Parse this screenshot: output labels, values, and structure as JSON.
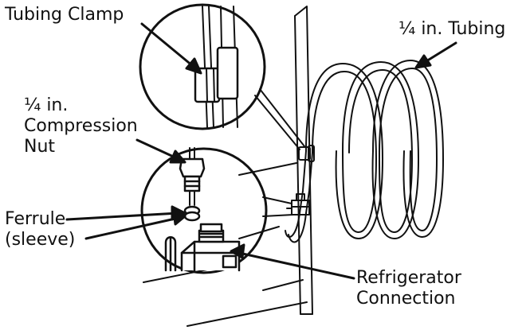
{
  "labels": {
    "tubing_clamp": "Tubing Clamp",
    "tubing": "¼ in. Tubing",
    "nut_line1": "¼ in.",
    "nut_line2": "Compression",
    "nut_line3": "Nut",
    "ferrule_line1": "Ferrule",
    "ferrule_line2": "(sleeve)",
    "refrig_line1": "Refrigerator",
    "refrig_line2": "Connection"
  },
  "colors": {
    "ink": "#111111",
    "paper": "#ffffff"
  }
}
